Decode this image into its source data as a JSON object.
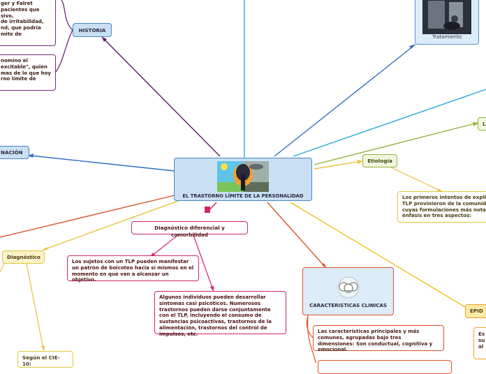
{
  "center": {
    "title": "EL TRASTORNO LÍMITE DE LA PERSONALIDAD"
  },
  "historia": {
    "label": "HISTORIA",
    "note1": "ger y Falret\npacientes que\nsivo,\nde irritabilidad,\nnd, que podría\nmite de",
    "note2": "nomino el\nexcitable\", quien\nmas de lo que hoy\nrno límite de"
  },
  "left_node": {
    "label": "NACIÓN"
  },
  "tratamiento": {
    "label": "Tratamiento"
  },
  "right_node": {
    "label": "L"
  },
  "etiologia": {
    "label": "Etiología",
    "note": "Los primeros intentos de expli\nTLP provinieron de la comunid\ncuyas formulaciones más notab\nénfasis en tres aspectos:"
  },
  "diagnostico_dif": {
    "label": "Diagnóstico diferencial y comorbilidad",
    "note1": "Los sujetos con un TLP pueden manifestar un patrón de boicoteo hacia sí mismos en el momento en que van a alcanzar un objetivo.",
    "note2": "Algunos individuos pueden desarrollar síntomas casi psicóticos. Numerosos trastornos pueden darse conjuntamente con el TLP, incluyendo el consumo de sustancias psicoactivas, trastornos de la alimentación, trastornos del control de impulsos, etc."
  },
  "diagnostico": {
    "label": "Diagnóstico",
    "cie": "Según el CIE-10:"
  },
  "caracteristicas": {
    "label": "CARACTERISTICAS CLINICAS",
    "note": "Las características principales y más comunes, agrupadas bajo tres dimensiones: Son conductual, cognitiva y emocional."
  },
  "epidemiologia": {
    "label": "EPID",
    "note": "Es\nsu\nal"
  },
  "colors": {
    "blue_link": "#2f6fc0",
    "purple_link": "#5a1a6a",
    "pink_link": "#d0246b",
    "yellow_link": "#e8c23a",
    "red_link": "#e0542a",
    "green_link": "#8fb43a",
    "cyan_link": "#2aa8d8"
  }
}
